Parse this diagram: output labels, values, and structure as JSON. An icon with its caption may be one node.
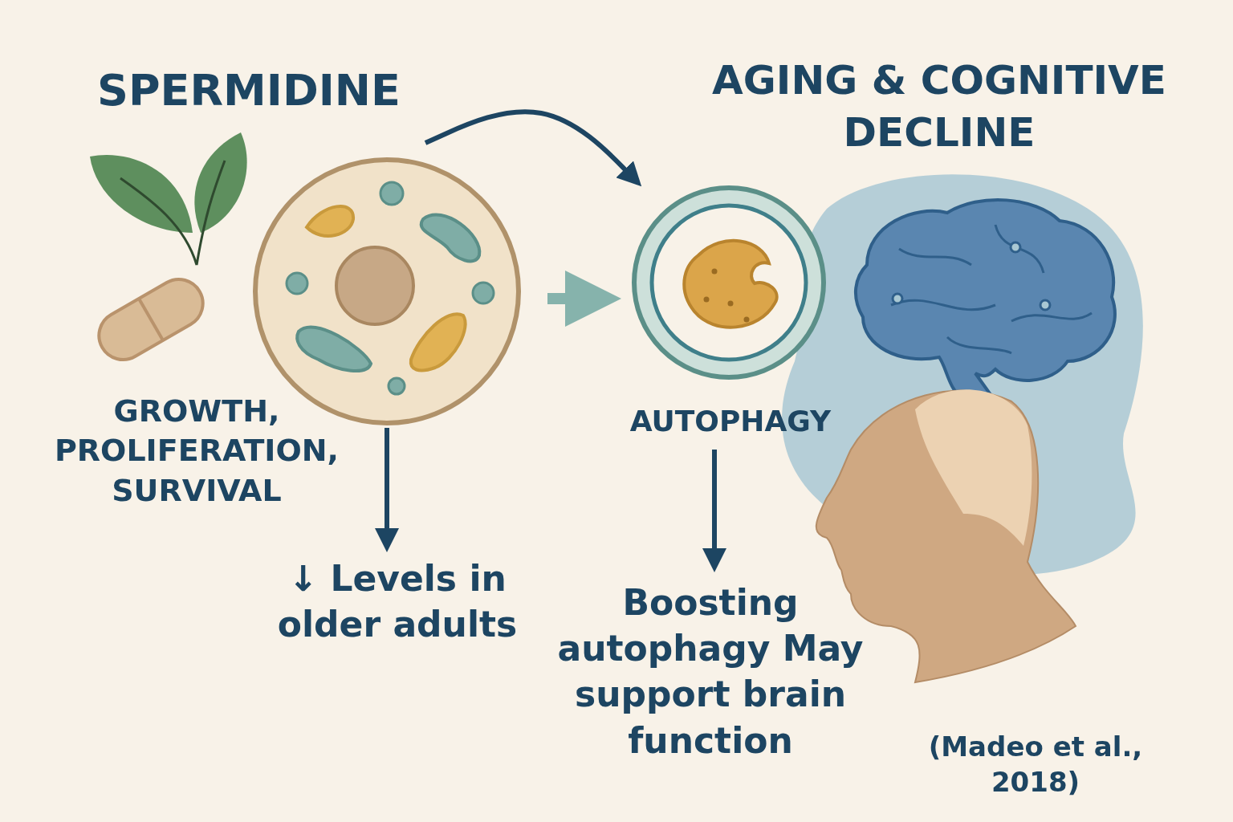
{
  "diagram": {
    "nodes": [
      {
        "text": [],
        "shape": "picture"
      },
      {
        "text": [],
        "shape": "picture",
        "beside": [
          "AUTOPHAGY"
        ]
      },
      {
        "text": [
          "↓ Levels in older adults"
        ]
      },
      {
        "text": [
          "Boosting autophagy May support brain function"
        ]
      }
    ],
    "edges": [
      {
        "from": null,
        "to": 1,
        "arrow": "to"
      },
      {
        "from": 0,
        "to": 1,
        "arrow": "to",
        "style": "thick",
        "color": "#86b3ac"
      },
      {
        "from": 0,
        "to": 2,
        "arrow": "to"
      },
      {
        "from": 1,
        "to": 3,
        "arrow": "to"
      }
    ],
    "labels": [
      "SPERMIDINE",
      "AGING & COGNITIVE DECLINE",
      "GROWTH, PROLIFERATION, SURVIVAL",
      "(Madeo et al., 2018)"
    ]
  }
}
